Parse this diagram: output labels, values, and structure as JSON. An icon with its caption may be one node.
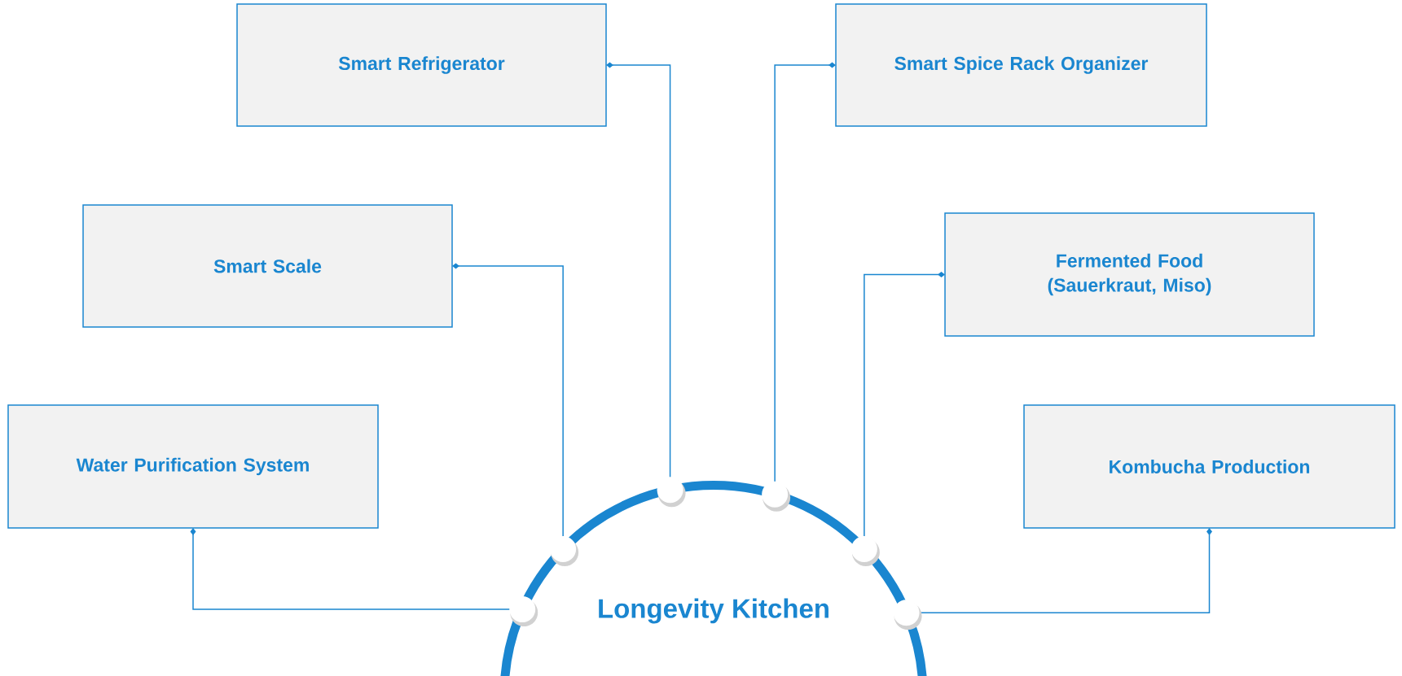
{
  "diagram": {
    "nodes": [
      {
        "text": [
          "Longevity Kitchen"
        ]
      },
      {
        "text": [
          "Smart Refrigerator"
        ]
      },
      {
        "text": [
          "Smart Spice Rack Organizer"
        ]
      },
      {
        "text": [
          "Smart Scale"
        ]
      },
      {
        "text": [
          "Fermented Food (Sauerkraut, Miso)"
        ]
      },
      {
        "text": [
          "Water Purification System"
        ]
      },
      {
        "text": [
          "Kombucha Production"
        ]
      }
    ],
    "edges": [
      {
        "from": 0,
        "to": 1,
        "arrow": "other"
      },
      {
        "from": 0,
        "to": 2,
        "arrow": "other"
      },
      {
        "from": 0,
        "to": 3,
        "arrow": "other"
      },
      {
        "from": 0,
        "to": 4,
        "arrow": "other"
      },
      {
        "from": 0,
        "to": 5,
        "arrow": "other"
      },
      {
        "from": 0,
        "to": 6,
        "arrow": "other"
      }
    ]
  }
}
